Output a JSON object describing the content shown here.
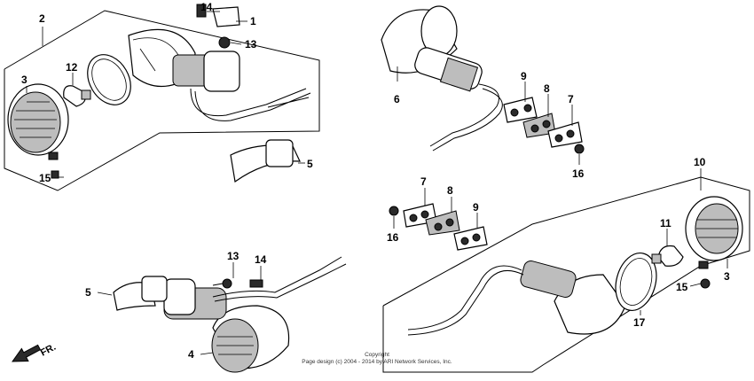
{
  "diagram": {
    "callouts": {
      "c1": "1",
      "c2": "2",
      "c3a": "3",
      "c3b": "3",
      "c4": "4",
      "c5a": "5",
      "c5b": "5",
      "c6": "6",
      "c7a": "7",
      "c7b": "7",
      "c8a": "8",
      "c8b": "8",
      "c9a": "9",
      "c9b": "9",
      "c10": "10",
      "c11": "11",
      "c12": "12",
      "c13a": "13",
      "c13b": "13",
      "c14a": "14",
      "c14b": "14",
      "c15a": "15",
      "c15b": "15",
      "c16a": "16",
      "c16b": "16",
      "c17": "17"
    },
    "copyright_line1": "Copyright",
    "copyright_line2": "Page design (c) 2004 - 2014 by ARI Network Services, Inc.",
    "direction_label": "FR."
  }
}
